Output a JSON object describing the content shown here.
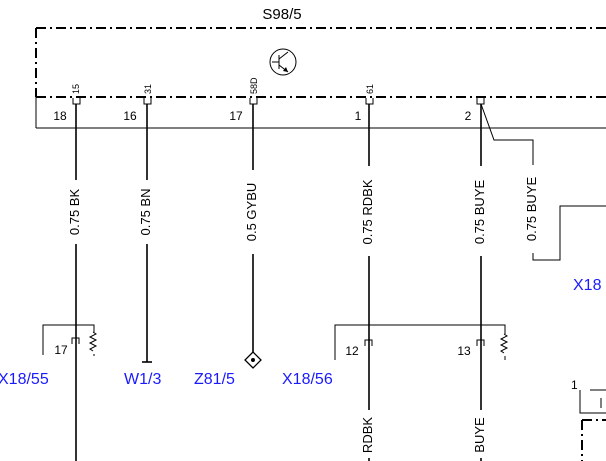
{
  "component": {
    "name": "S98/5",
    "pins": [
      {
        "id": "p15",
        "terminal": "15",
        "pin": "18",
        "wire": "0.75 BK"
      },
      {
        "id": "p31",
        "terminal": "31",
        "pin": "16",
        "wire": "0.75 BN"
      },
      {
        "id": "p58d",
        "terminal": "58D",
        "pin": "17",
        "wire": "0.5 GYBU"
      },
      {
        "id": "p61",
        "terminal": "61",
        "pin": "1",
        "wire": "0.75 RDBK"
      },
      {
        "id": "p2",
        "terminal": "",
        "pin": "2",
        "wire": "0.75 BUYE"
      }
    ],
    "branch_wire": "0.75 BUYE"
  },
  "connectors": {
    "x18_55": {
      "label": "X18/55",
      "pin": "17"
    },
    "w1_3": {
      "label": "W1/3"
    },
    "z81_5": {
      "label": "Z81/5"
    },
    "x18_56": {
      "label": "X18/56",
      "pin_a": "12",
      "pin_b": "13"
    },
    "x18_right": {
      "label": "X18"
    }
  },
  "lower_wires": {
    "rdbk": "RDBK",
    "buye": "BUYE"
  },
  "corner_pin": "1",
  "colors": {
    "line": "#000000",
    "label_blue": "#1a1aff"
  }
}
